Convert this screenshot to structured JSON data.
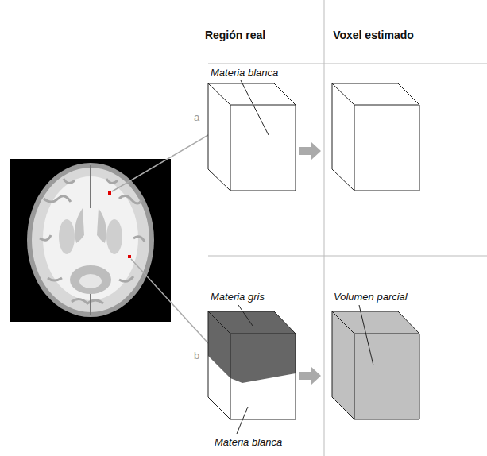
{
  "diagram": {
    "labels": [
      "Región real",
      "Voxel estimado",
      "Materia blanca",
      "a",
      "b",
      "Materia gris",
      "Volumen parcial",
      "Materia blanca"
    ]
  }
}
